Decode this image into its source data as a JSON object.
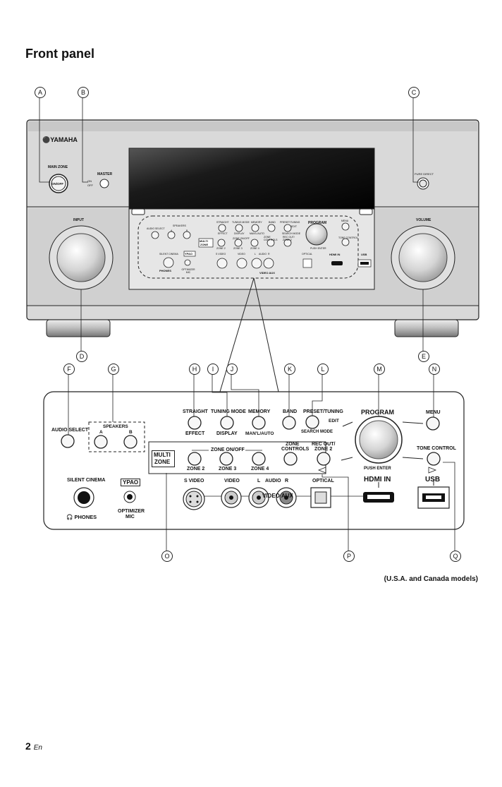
{
  "page": {
    "title": "Front panel",
    "region_note": "(U.S.A. and Canada models)",
    "page_number": "2",
    "page_lang": "En"
  },
  "callouts": [
    "A",
    "B",
    "C",
    "D",
    "E",
    "F",
    "G",
    "H",
    "I",
    "J",
    "K",
    "L",
    "M",
    "N",
    "O",
    "P",
    "Q"
  ],
  "receiver": {
    "brand": "YAMAHA",
    "main_zone_label": "MAIN ZONE",
    "on_off_label": "ON/OFF",
    "master_label": "MASTER",
    "master_on": "ON",
    "master_off": "OFF",
    "pure_direct_label": "PURE DIRECT",
    "input_label": "INPUT",
    "volume_label": "VOLUME"
  },
  "mini_panel": {
    "audio_select": "AUDIO SELECT",
    "speakers": "SPEAKERS",
    "spk_a": "A",
    "spk_b": "B",
    "straight": "STRAIGHT",
    "effect": "EFFECT",
    "tuning_mode": "TUNING MODE",
    "display": "DISPLAY",
    "memory": "MEMORY",
    "manl_auto": "MAN'L/AUTO",
    "band": "BAND",
    "preset_tuning": "PRESET/TUNING",
    "search_mode": "SEARCH MODE",
    "edit": "EDIT",
    "program": "PROGRAM",
    "push_enter": "PUSH ENTER",
    "menu": "MENU",
    "multi": "MULTI",
    "zone": "ZONE",
    "zone_on_off": "ZONE ON/OFF",
    "zone2": "ZONE 2",
    "zone3": "ZONE 3",
    "zone4": "ZONE 4",
    "zone_controls": "ZONE CONTROLS",
    "rec_out": "REC OUT/ ZONE 2",
    "tone_control": "TONE CONTROL",
    "silent_cinema": "SILENT CINEMA",
    "phones": "PHONES",
    "ypao": "YPAO",
    "optimizer_mic": "OPTIMIZER MIC",
    "s_video": "S VIDEO",
    "video": "VIDEO",
    "l": "L",
    "audio": "AUDIO",
    "r": "R",
    "optical": "OPTICAL",
    "hdmi_in": "HDMI IN",
    "usb": "USB",
    "video_aux": "VIDEO AUX"
  },
  "detail": {
    "audio_select": "AUDIO SELECT",
    "speakers": "SPEAKERS",
    "spk_a": "A",
    "spk_b": "B",
    "straight": "STRAIGHT",
    "effect": "EFFECT",
    "tuning_mode": "TUNING MODE",
    "display": "DISPLAY",
    "memory": "MEMORY",
    "manl_auto": "MAN'L/AUTO",
    "band": "BAND",
    "preset_tuning": "PRESET/TUNING",
    "search_mode": "SEARCH MODE",
    "edit": "EDIT",
    "program": "PROGRAM",
    "push_enter": "PUSH ENTER",
    "menu": "MENU",
    "multi": "MULTI",
    "zone": "ZONE",
    "zone_on_off": "ZONE ON/OFF",
    "zone2": "ZONE 2",
    "zone3": "ZONE 3",
    "zone4": "ZONE 4",
    "zone_controls_1": "ZONE",
    "zone_controls_2": "CONTROLS",
    "rec_out_1": "REC OUT/",
    "rec_out_2": "ZONE 2",
    "tone_control": "TONE CONTROL",
    "silent_cinema": "SILENT CINEMA",
    "phones": "PHONES",
    "ypao": "YPAO",
    "optimizer": "OPTIMIZER",
    "mic": "MIC",
    "s_video": "S VIDEO",
    "video": "VIDEO",
    "l": "L",
    "audio": "AUDIO",
    "r": "R",
    "optical": "OPTICAL",
    "hdmi_in": "HDMI IN",
    "usb": "USB",
    "video_aux": "VIDEO AUX"
  }
}
